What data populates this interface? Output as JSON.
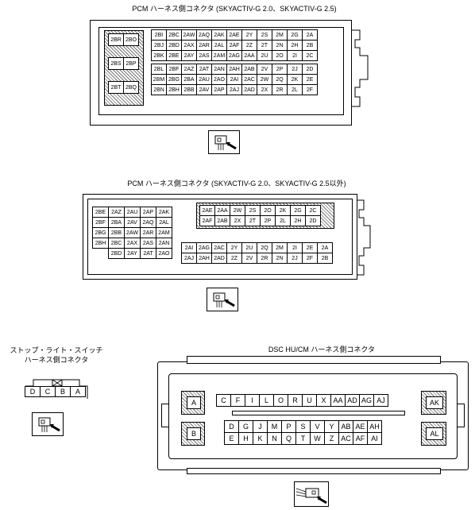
{
  "titles": {
    "pcm1": "PCM ハーネス側コネクタ (SKYACTIV-G 2.0、SKYACTIV-G 2.5)",
    "pcm2": "PCM ハーネス側コネクタ (SKYACTIV-G 2.0、SKYACTIV-G 2.5以外)",
    "stop_line1": "ストップ・ライト・スイッチ",
    "stop_line2": "ハーネス側コネクタ",
    "dsc": "DSC HU/CM ハーネス側コネクタ"
  },
  "pcm1": {
    "left_block": [
      [
        "2BR",
        "2BO"
      ],
      [
        "2BS",
        "2BP"
      ],
      [
        "2BT",
        "2BQ"
      ]
    ],
    "rows": [
      [
        "2BI",
        "2BC",
        "2AW",
        "2AQ",
        "2AK",
        "2AE",
        "2Y",
        "2S",
        "2M",
        "2G",
        "2A"
      ],
      [
        "2BJ",
        "2BD",
        "2AX",
        "2AR",
        "2AL",
        "2AF",
        "2Z",
        "2T",
        "2N",
        "2H",
        "2B"
      ],
      [
        "2BK",
        "2BE",
        "2AY",
        "2AS",
        "2AM",
        "2AG",
        "2AA",
        "2U",
        "2O",
        "2I",
        "2C"
      ],
      [
        "2BL",
        "2BF",
        "2AZ",
        "2AT",
        "2AN",
        "2AH",
        "2AB",
        "2V",
        "2P",
        "2J",
        "2D"
      ],
      [
        "2BM",
        "2BG",
        "2BA",
        "2AU",
        "2AO",
        "2AI",
        "2AC",
        "2W",
        "2Q",
        "2K",
        "2E"
      ],
      [
        "2BN",
        "2BH",
        "2BB",
        "2AV",
        "2AP",
        "2AJ",
        "2AD",
        "2X",
        "2R",
        "2L",
        "2F"
      ]
    ]
  },
  "pcm2": {
    "left_rows": [
      [
        "2BE",
        "2AZ",
        "2AU",
        "2AP",
        "2AK"
      ],
      [
        "2BF",
        "2BA",
        "2AV",
        "2AQ",
        "2AL"
      ],
      [
        "2BG",
        "2BB",
        "2AW",
        "2AR",
        "2AM"
      ],
      [
        "2BH",
        "2BC",
        "2AX",
        "2AS",
        "2AN"
      ],
      [
        "",
        "2BD",
        "2AY",
        "2AT",
        "2AO"
      ]
    ],
    "top_rows": [
      [
        "2AE",
        "2AA",
        "2W",
        "2S",
        "2O",
        "2K",
        "2G",
        "2C"
      ],
      [
        "2AF",
        "2AB",
        "2X",
        "2T",
        "2P",
        "2L",
        "2H",
        "2D"
      ]
    ],
    "bottom_rows": [
      [
        "2AI",
        "2AG",
        "2AC",
        "2Y",
        "2U",
        "2Q",
        "2M",
        "2I",
        "2E",
        "2A"
      ],
      [
        "2AJ",
        "2AH",
        "2AD",
        "2Z",
        "2V",
        "2R",
        "2N",
        "2J",
        "2F",
        "2B"
      ]
    ]
  },
  "stop": {
    "pins": [
      "D",
      "C",
      "B",
      "A"
    ]
  },
  "dsc": {
    "corners": {
      "tl": "A",
      "bl": "B",
      "tr": "AK",
      "br": "AL"
    },
    "row1": [
      "C",
      "F",
      "I",
      "L",
      "O",
      "R",
      "U",
      "X",
      "AA",
      "AD",
      "AG",
      "AJ"
    ],
    "row2": [
      "D",
      "G",
      "J",
      "M",
      "P",
      "S",
      "V",
      "Y",
      "AB",
      "AE",
      "AH"
    ],
    "row3": [
      "E",
      "H",
      "K",
      "N",
      "Q",
      "T",
      "W",
      "Z",
      "AC",
      "AF",
      "AI"
    ]
  }
}
